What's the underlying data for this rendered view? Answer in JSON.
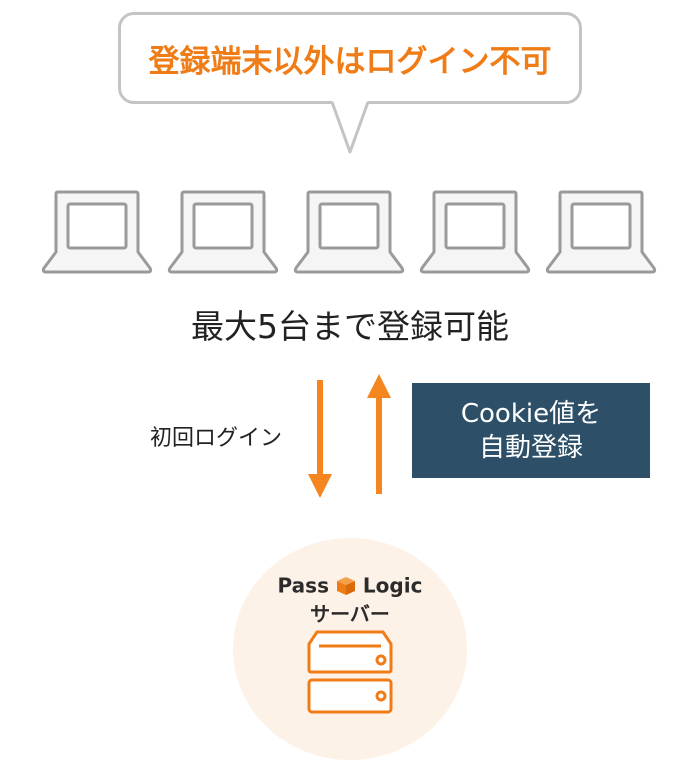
{
  "bubble": {
    "text": "登録端末以外はログイン不可"
  },
  "devices": {
    "count": 5,
    "icon": "laptop-icon"
  },
  "caption": "最大5台まで登録可能",
  "flow": {
    "down_label": "初回ログイン",
    "cookie_box": {
      "line1": "Cookie値を",
      "line2": "自動登録"
    }
  },
  "server": {
    "brand_part1": "Pass",
    "brand_part2": "Logic",
    "label": "サーバー",
    "icon": "server-icon"
  },
  "colors": {
    "accent": "#ef7c16",
    "arrow": "#f5861f",
    "box": "#2d5068",
    "device_stroke": "#9a9a9a",
    "circle": "#fdf2e7"
  }
}
